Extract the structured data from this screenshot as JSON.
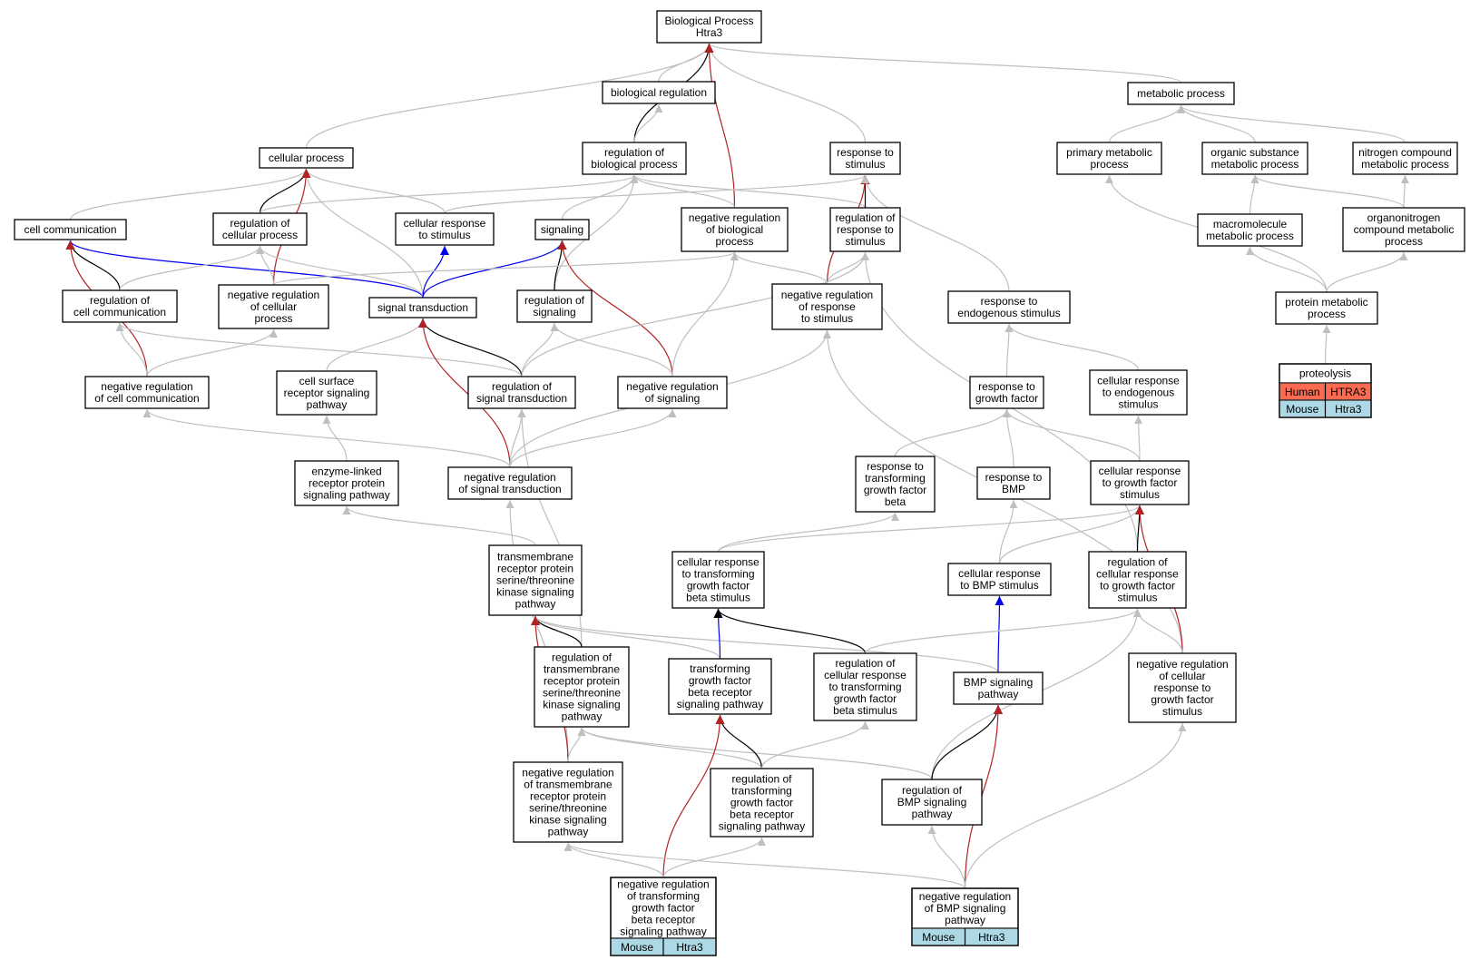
{
  "colors": {
    "gray": "#bfbfbf",
    "black": "#000000",
    "red": "#b22222",
    "blue": "#0000ee",
    "human": "#fa6b51",
    "mouse": "#add8e6"
  },
  "nodes": [
    {
      "id": "bp",
      "lines": [
        "Biological Process",
        "Htra3"
      ]
    },
    {
      "id": "bio_reg",
      "lines": [
        "biological regulation"
      ]
    },
    {
      "id": "metab",
      "lines": [
        "metabolic process"
      ]
    },
    {
      "id": "cell_proc",
      "lines": [
        "cellular process"
      ]
    },
    {
      "id": "reg_bio",
      "lines": [
        "regulation of",
        "biological process"
      ]
    },
    {
      "id": "resp_stim",
      "lines": [
        "response to",
        "stimulus"
      ]
    },
    {
      "id": "prim_metab",
      "lines": [
        "primary metabolic",
        "process"
      ]
    },
    {
      "id": "org_sub",
      "lines": [
        "organic substance",
        "metabolic process"
      ]
    },
    {
      "id": "nitro",
      "lines": [
        "nitrogen compound",
        "metabolic process"
      ]
    },
    {
      "id": "cell_comm",
      "lines": [
        "cell communication"
      ]
    },
    {
      "id": "reg_cell_proc",
      "lines": [
        "regulation of",
        "cellular process"
      ]
    },
    {
      "id": "cell_resp_stim",
      "lines": [
        "cellular response",
        "to stimulus"
      ]
    },
    {
      "id": "signaling",
      "lines": [
        "signaling"
      ]
    },
    {
      "id": "neg_reg_bio",
      "lines": [
        "negative regulation",
        "of biological",
        "process"
      ]
    },
    {
      "id": "reg_resp_stim",
      "lines": [
        "regulation of",
        "response to",
        "stimulus"
      ]
    },
    {
      "id": "macro",
      "lines": [
        "macromolecule",
        "metabolic process"
      ]
    },
    {
      "id": "organonitro",
      "lines": [
        "organonitrogen",
        "compound metabolic",
        "process"
      ]
    },
    {
      "id": "reg_cell_comm",
      "lines": [
        "regulation of",
        "cell communication"
      ]
    },
    {
      "id": "neg_reg_cell_proc",
      "lines": [
        "negative regulation",
        "of cellular",
        "process"
      ]
    },
    {
      "id": "sig_trans",
      "lines": [
        "signal transduction"
      ]
    },
    {
      "id": "reg_signaling",
      "lines": [
        "regulation of",
        "signaling"
      ]
    },
    {
      "id": "neg_reg_resp_stim",
      "lines": [
        "negative regulation",
        "of response",
        "to stimulus"
      ]
    },
    {
      "id": "resp_endo",
      "lines": [
        "response to",
        "endogenous stimulus"
      ]
    },
    {
      "id": "prot_metab",
      "lines": [
        "protein metabolic",
        "process"
      ]
    },
    {
      "id": "neg_reg_cell_comm",
      "lines": [
        "negative regulation",
        "of cell communication"
      ]
    },
    {
      "id": "cell_surf",
      "lines": [
        "cell surface",
        "receptor signaling",
        "pathway"
      ]
    },
    {
      "id": "reg_sig_trans",
      "lines": [
        "regulation of",
        "signal transduction"
      ]
    },
    {
      "id": "neg_reg_signaling",
      "lines": [
        "negative regulation",
        "of signaling"
      ]
    },
    {
      "id": "resp_gf",
      "lines": [
        "response to",
        "growth factor"
      ]
    },
    {
      "id": "cell_resp_endo",
      "lines": [
        "cellular response",
        "to endogenous",
        "stimulus"
      ]
    },
    {
      "id": "enzyme",
      "lines": [
        "enzyme-linked",
        "receptor protein",
        "signaling pathway"
      ]
    },
    {
      "id": "neg_reg_sig_trans",
      "lines": [
        "negative regulation",
        "of signal transduction"
      ]
    },
    {
      "id": "resp_tgfb",
      "lines": [
        "response to",
        "transforming",
        "growth factor",
        "beta"
      ]
    },
    {
      "id": "resp_bmp",
      "lines": [
        "response to",
        "BMP"
      ]
    },
    {
      "id": "cell_resp_gf",
      "lines": [
        "cellular response",
        "to growth factor",
        "stimulus"
      ]
    },
    {
      "id": "tm_ser",
      "lines": [
        "transmembrane",
        "receptor protein",
        "serine/threonine",
        "kinase signaling",
        "pathway"
      ]
    },
    {
      "id": "cell_resp_tgfb",
      "lines": [
        "cellular response",
        "to transforming",
        "growth factor",
        "beta stimulus"
      ]
    },
    {
      "id": "cell_resp_bmp",
      "lines": [
        "cellular response",
        "to BMP stimulus"
      ]
    },
    {
      "id": "reg_cell_resp_gf",
      "lines": [
        "regulation of",
        "cellular response",
        "to growth factor",
        "stimulus"
      ]
    },
    {
      "id": "reg_tm_ser",
      "lines": [
        "regulation of",
        "transmembrane",
        "receptor protein",
        "serine/threonine",
        "kinase signaling",
        "pathway"
      ]
    },
    {
      "id": "tgfb_path",
      "lines": [
        "transforming",
        "growth factor",
        "beta receptor",
        "signaling pathway"
      ]
    },
    {
      "id": "reg_cell_resp_tgfb",
      "lines": [
        "regulation of",
        "cellular response",
        "to transforming",
        "growth factor",
        "beta stimulus"
      ]
    },
    {
      "id": "bmp_path",
      "lines": [
        "BMP signaling",
        "pathway"
      ]
    },
    {
      "id": "neg_reg_cell_resp_gf",
      "lines": [
        "negative regulation",
        "of cellular",
        "response to",
        "growth factor",
        "stimulus"
      ]
    },
    {
      "id": "neg_reg_tm_ser",
      "lines": [
        "negative regulation",
        "of transmembrane",
        "receptor protein",
        "serine/threonine",
        "kinase signaling",
        "pathway"
      ]
    },
    {
      "id": "reg_tgfb_path",
      "lines": [
        "regulation of",
        "transforming",
        "growth factor",
        "beta receptor",
        "signaling pathway"
      ]
    },
    {
      "id": "reg_bmp_path",
      "lines": [
        "regulation of",
        "BMP signaling",
        "pathway"
      ]
    },
    {
      "id": "proteolysis",
      "lines": [
        "proteolysis"
      ],
      "table": [
        [
          "Human",
          "HTRA3",
          "human"
        ],
        [
          "Mouse",
          "Htra3",
          "mouse"
        ]
      ]
    },
    {
      "id": "neg_reg_tgfb_path",
      "lines": [
        "negative regulation",
        "of transforming",
        "growth factor",
        "beta receptor",
        "signaling pathway"
      ],
      "table": [
        [
          "Mouse",
          "Htra3",
          "mouse"
        ]
      ]
    },
    {
      "id": "neg_reg_bmp_path",
      "lines": [
        "negative regulation",
        "of BMP signaling",
        "pathway"
      ],
      "table": [
        [
          "Mouse",
          "Htra3",
          "mouse"
        ]
      ]
    }
  ],
  "edges": [
    [
      "bio_reg",
      "bp",
      "gray"
    ],
    [
      "metab",
      "bp",
      "gray"
    ],
    [
      "cell_proc",
      "bp",
      "gray"
    ],
    [
      "resp_stim",
      "bp",
      "gray"
    ],
    [
      "reg_bio",
      "bp",
      "black"
    ],
    [
      "neg_reg_bio",
      "bp",
      "red"
    ],
    [
      "reg_bio",
      "bio_reg",
      "gray"
    ],
    [
      "prim_metab",
      "metab",
      "gray"
    ],
    [
      "org_sub",
      "metab",
      "gray"
    ],
    [
      "nitro",
      "metab",
      "gray"
    ],
    [
      "cell_comm",
      "cell_proc",
      "gray"
    ],
    [
      "reg_cell_proc",
      "cell_proc",
      "black"
    ],
    [
      "cell_resp_stim",
      "cell_proc",
      "gray"
    ],
    [
      "sig_trans",
      "cell_proc",
      "gray"
    ],
    [
      "neg_reg_cell_proc",
      "cell_proc",
      "red"
    ],
    [
      "reg_cell_proc",
      "reg_bio",
      "gray"
    ],
    [
      "signaling",
      "reg_bio",
      "gray"
    ],
    [
      "neg_reg_bio",
      "reg_bio",
      "gray"
    ],
    [
      "reg_resp_stim",
      "reg_bio",
      "gray"
    ],
    [
      "reg_signaling",
      "reg_bio",
      "gray"
    ],
    [
      "cell_resp_stim",
      "resp_stim",
      "gray"
    ],
    [
      "reg_resp_stim",
      "resp_stim",
      "black"
    ],
    [
      "neg_reg_resp_stim",
      "resp_stim",
      "red"
    ],
    [
      "resp_endo",
      "resp_stim",
      "gray"
    ],
    [
      "reg_cell_comm",
      "cell_comm",
      "black"
    ],
    [
      "sig_trans",
      "cell_comm",
      "blue"
    ],
    [
      "neg_reg_cell_comm",
      "cell_comm",
      "red"
    ],
    [
      "reg_cell_comm",
      "reg_cell_proc",
      "gray"
    ],
    [
      "neg_reg_cell_proc",
      "reg_cell_proc",
      "gray"
    ],
    [
      "sig_trans",
      "reg_cell_proc",
      "gray"
    ],
    [
      "sig_trans",
      "cell_resp_stim",
      "blue"
    ],
    [
      "sig_trans",
      "signaling",
      "blue"
    ],
    [
      "reg_signaling",
      "signaling",
      "black"
    ],
    [
      "neg_reg_signaling",
      "signaling",
      "red"
    ],
    [
      "neg_reg_cell_proc",
      "neg_reg_bio",
      "gray"
    ],
    [
      "neg_reg_resp_stim",
      "neg_reg_bio",
      "gray"
    ],
    [
      "neg_reg_signaling",
      "neg_reg_bio",
      "gray"
    ],
    [
      "neg_reg_resp_stim",
      "reg_resp_stim",
      "gray"
    ],
    [
      "reg_sig_trans",
      "reg_resp_stim",
      "gray"
    ],
    [
      "reg_cell_resp_gf",
      "reg_resp_stim",
      "gray"
    ],
    [
      "macro",
      "org_sub",
      "gray"
    ],
    [
      "organonitro",
      "org_sub",
      "gray"
    ],
    [
      "organonitro",
      "nitro",
      "gray"
    ],
    [
      "prot_metab",
      "prim_metab",
      "gray"
    ],
    [
      "prot_metab",
      "macro",
      "gray"
    ],
    [
      "prot_metab",
      "organonitro",
      "gray"
    ],
    [
      "neg_reg_cell_comm",
      "reg_cell_comm",
      "gray"
    ],
    [
      "reg_sig_trans",
      "reg_cell_comm",
      "gray"
    ],
    [
      "neg_reg_cell_comm",
      "neg_reg_cell_proc",
      "gray"
    ],
    [
      "cell_surf",
      "sig_trans",
      "gray"
    ],
    [
      "reg_sig_trans",
      "sig_trans",
      "black"
    ],
    [
      "neg_reg_sig_trans",
      "sig_trans",
      "red"
    ],
    [
      "reg_sig_trans",
      "reg_signaling",
      "gray"
    ],
    [
      "neg_reg_signaling",
      "reg_signaling",
      "gray"
    ],
    [
      "neg_reg_sig_trans",
      "neg_reg_resp_stim",
      "gray"
    ],
    [
      "neg_reg_cell_resp_gf",
      "neg_reg_resp_stim",
      "gray"
    ],
    [
      "resp_gf",
      "resp_endo",
      "gray"
    ],
    [
      "cell_resp_endo",
      "resp_endo",
      "gray"
    ],
    [
      "proteolysis",
      "prot_metab",
      "gray"
    ],
    [
      "neg_reg_sig_trans",
      "neg_reg_cell_comm",
      "gray"
    ],
    [
      "enzyme",
      "cell_surf",
      "gray"
    ],
    [
      "neg_reg_sig_trans",
      "reg_sig_trans",
      "gray"
    ],
    [
      "reg_tm_ser",
      "reg_sig_trans",
      "gray"
    ],
    [
      "neg_reg_sig_trans",
      "neg_reg_signaling",
      "gray"
    ],
    [
      "resp_tgfb",
      "resp_gf",
      "gray"
    ],
    [
      "resp_bmp",
      "resp_gf",
      "gray"
    ],
    [
      "cell_resp_gf",
      "resp_gf",
      "gray"
    ],
    [
      "cell_resp_gf",
      "cell_resp_endo",
      "gray"
    ],
    [
      "tm_ser",
      "enzyme",
      "gray"
    ],
    [
      "neg_reg_tm_ser",
      "neg_reg_sig_trans",
      "gray"
    ],
    [
      "cell_resp_tgfb",
      "resp_tgfb",
      "gray"
    ],
    [
      "cell_resp_bmp",
      "resp_bmp",
      "gray"
    ],
    [
      "cell_resp_tgfb",
      "cell_resp_gf",
      "gray"
    ],
    [
      "cell_resp_bmp",
      "cell_resp_gf",
      "gray"
    ],
    [
      "reg_cell_resp_gf",
      "cell_resp_gf",
      "black"
    ],
    [
      "neg_reg_cell_resp_gf",
      "cell_resp_gf",
      "red"
    ],
    [
      "reg_tm_ser",
      "tm_ser",
      "black"
    ],
    [
      "tgfb_path",
      "tm_ser",
      "gray"
    ],
    [
      "bmp_path",
      "tm_ser",
      "gray"
    ],
    [
      "neg_reg_tm_ser",
      "tm_ser",
      "red"
    ],
    [
      "tgfb_path",
      "cell_resp_tgfb",
      "blue"
    ],
    [
      "reg_cell_resp_tgfb",
      "cell_resp_tgfb",
      "black"
    ],
    [
      "bmp_path",
      "cell_resp_bmp",
      "blue"
    ],
    [
      "reg_cell_resp_tgfb",
      "reg_cell_resp_gf",
      "gray"
    ],
    [
      "reg_bmp_path",
      "reg_cell_resp_gf",
      "gray"
    ],
    [
      "neg_reg_cell_resp_gf",
      "reg_cell_resp_gf",
      "gray"
    ],
    [
      "neg_reg_tm_ser",
      "reg_tm_ser",
      "gray"
    ],
    [
      "reg_tgfb_path",
      "reg_tm_ser",
      "gray"
    ],
    [
      "reg_bmp_path",
      "reg_tm_ser",
      "gray"
    ],
    [
      "reg_tgfb_path",
      "tgfb_path",
      "black"
    ],
    [
      "neg_reg_tgfb_path",
      "tgfb_path",
      "red"
    ],
    [
      "reg_tgfb_path",
      "reg_cell_resp_tgfb",
      "gray"
    ],
    [
      "reg_bmp_path",
      "bmp_path",
      "black"
    ],
    [
      "neg_reg_bmp_path",
      "bmp_path",
      "red"
    ],
    [
      "neg_reg_bmp_path",
      "neg_reg_cell_resp_gf",
      "gray"
    ],
    [
      "neg_reg_tgfb_path",
      "neg_reg_tm_ser",
      "gray"
    ],
    [
      "neg_reg_bmp_path",
      "neg_reg_tm_ser",
      "gray"
    ],
    [
      "neg_reg_tgfb_path",
      "reg_tgfb_path",
      "gray"
    ],
    [
      "neg_reg_bmp_path",
      "reg_bmp_path",
      "gray"
    ]
  ]
}
